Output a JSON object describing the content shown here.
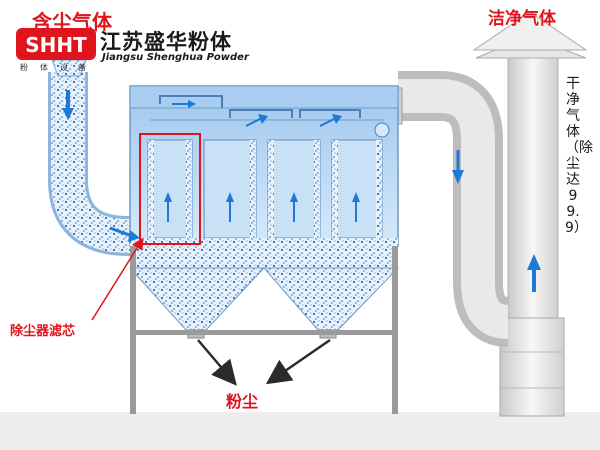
{
  "brand": {
    "logo_letters": "SHHT",
    "logo_small_1": "粉",
    "logo_small_2": "体",
    "logo_small_3": "设",
    "logo_small_4": "备",
    "name": "江苏盛华粉体",
    "name_en": "Jiangsu Shenghua Powder"
  },
  "labels": {
    "dusty_gas": "含尘气体",
    "clean_gas": "洁净气体",
    "dry_clean_gas": "干净气体（除尘达99.9）",
    "filter_element": "除尘器滤芯",
    "dust": "粉尘"
  },
  "colors": {
    "label_red": "#e0141c",
    "chamber_blue": "#b9d9f5",
    "chamber_edge": "#7aa4cc",
    "pipe_grey": "#d5d5d5",
    "arrow_blue": "#1e78d6",
    "logo_red": "#e0141c"
  }
}
